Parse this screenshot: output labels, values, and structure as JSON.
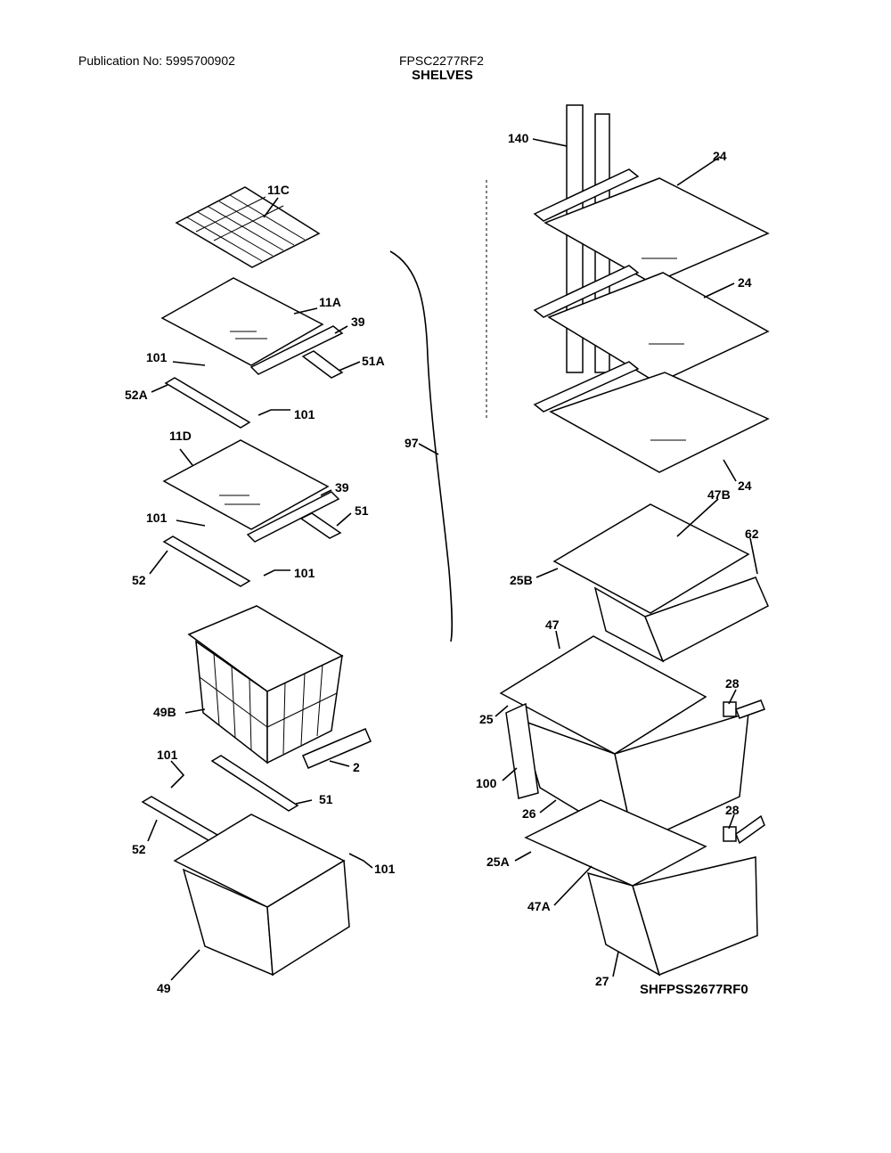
{
  "header": {
    "publication": "Publication No: 5995700902",
    "model": "FPSC2277RF2",
    "section": "SHELVES"
  },
  "diagram_code": "SHFPSS2677RF0",
  "part_labels": [
    "11C",
    "11A",
    "39",
    "101",
    "51A",
    "52A",
    "101",
    "11D",
    "39",
    "101",
    "51",
    "52",
    "101",
    "49B",
    "2",
    "101",
    "51",
    "52",
    "101",
    "49",
    "97",
    "140",
    "24",
    "24",
    "24",
    "47B",
    "62",
    "25B",
    "47",
    "28",
    "25",
    "100",
    "26",
    "28",
    "25A",
    "47A",
    "27"
  ]
}
